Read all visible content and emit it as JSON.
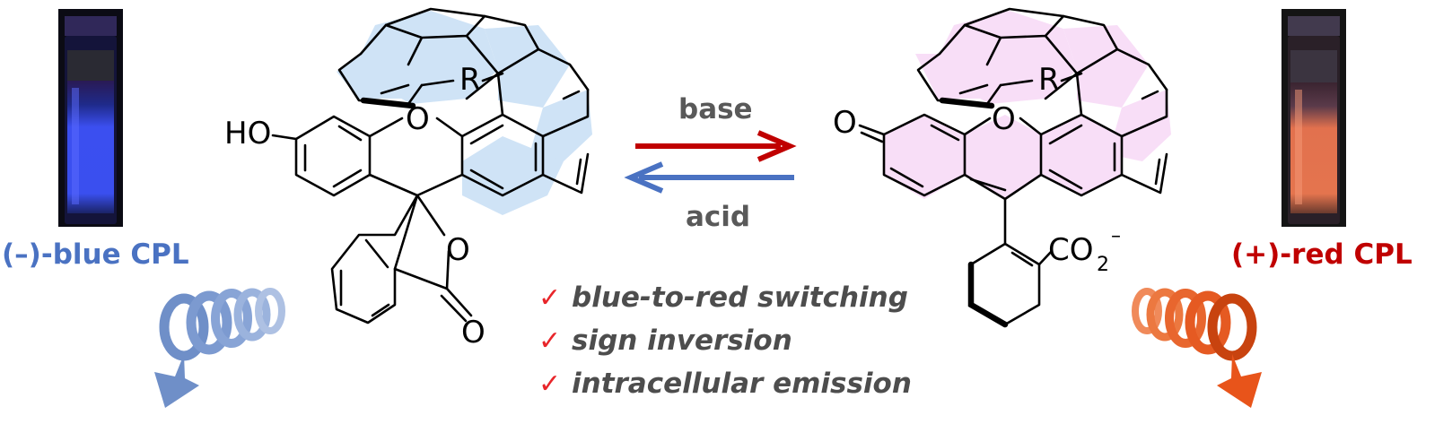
{
  "left_label": "(–)-blue CPL",
  "right_label": "(+)-red CPL",
  "forward_condition": "base",
  "reverse_condition": "acid",
  "left_structure": {
    "hydroxy": "HO",
    "ring_oxygen": "O",
    "lactone_oxygen": "O",
    "carbonyl_oxygen": "O",
    "hetero": "R"
  },
  "right_structure": {
    "carbonyl_oxygen": "O",
    "ring_oxygen": "O",
    "hetero": "R",
    "carboxylate": "CO",
    "carboxylate_sub": "2",
    "carboxylate_charge": "–"
  },
  "features": [
    {
      "check": "✓",
      "text": "blue-to-red switching"
    },
    {
      "check": "✓",
      "text": "sign inversion"
    },
    {
      "check": "✓",
      "text": "intracellular emission"
    }
  ],
  "colors": {
    "blue_label": "#4a72c2",
    "red_label": "#c00000",
    "blue_fill": "#cfe3f6",
    "pink_fill": "#f8def7",
    "forward_arrow": "#c00000",
    "reverse_arrow": "#4a72c2",
    "check": "#e8252a",
    "blue_spiral": "#6f8fc8",
    "orange_spiral": "#e8541a"
  }
}
